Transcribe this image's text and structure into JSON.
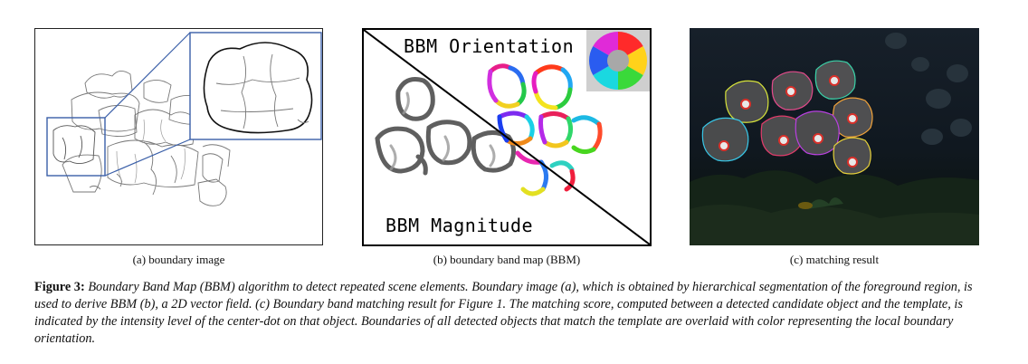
{
  "panels": [
    {
      "id": "a",
      "caption": "(a) boundary image"
    },
    {
      "id": "b",
      "caption": "(b) boundary band map (BBM)",
      "label_top": "BBM Orientation",
      "label_bottom": "BBM Magnitude"
    },
    {
      "id": "c",
      "caption": "(c) matching result"
    }
  ],
  "figure": {
    "label": "Figure 3:",
    "text": "Boundary Band Map (BBM) algorithm to detect repeated scene elements. Boundary image (a), which is obtained by hierarchical segmentation of the foreground region, is used to derive BBM (b), a 2D vector field. (c) Boundary band matching result for Figure 1. The matching score, computed between a detected candidate object and the template, is indicated by the intensity level of the center-dot on that object. Boundaries of all detected objects that match the template are overlaid with color representing the local boundary orientation."
  }
}
